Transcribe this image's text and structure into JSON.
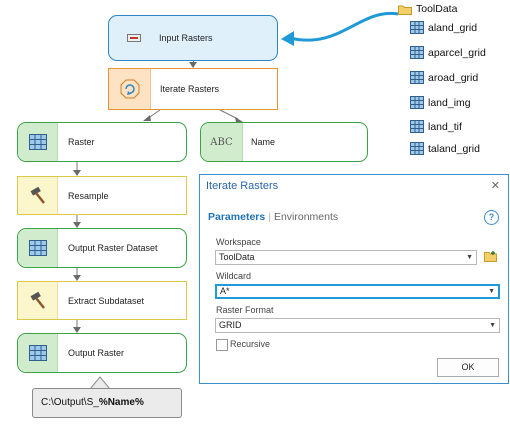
{
  "model": {
    "input_rasters": "Input Rasters",
    "iterate_rasters": "Iterate Rasters",
    "raster": "Raster",
    "name_var": "Name",
    "name_icon_text": "ABC",
    "resample": "Resample",
    "output_raster_dataset": "Output Raster Dataset",
    "extract_subdataset": "Extract Subdataset",
    "output_raster": "Output Raster",
    "output_path_prefix": "C:\\Output\\S_",
    "output_path_var": "%Name%"
  },
  "catalog": {
    "folder": "ToolData",
    "items": [
      {
        "label": "aland_grid",
        "icon": "raster-grid-icon"
      },
      {
        "label": "aparcel_grid",
        "icon": "raster-grid-icon"
      },
      {
        "label": "aroad_grid",
        "icon": "raster-grid-icon"
      },
      {
        "label": "land_img",
        "icon": "raster-grid-icon"
      },
      {
        "label": "land_tif",
        "icon": "raster-grid-icon"
      },
      {
        "label": "taland_grid",
        "icon": "raster-grid-icon"
      }
    ]
  },
  "dialog": {
    "title": "Iterate Rasters",
    "close": "✕",
    "tab_parameters": "Parameters",
    "tab_separator": "|",
    "tab_environments": "Environments",
    "help": "?",
    "workspace_label": "Workspace",
    "workspace_value": "ToolData",
    "wildcard_label": "Wildcard",
    "wildcard_value": "A*",
    "raster_format_label": "Raster Format",
    "raster_format_value": "GRID",
    "recursive_label": "Recursive",
    "recursive_checked": false,
    "ok": "OK"
  },
  "colors": {
    "data_border": "#3aa346",
    "tool_border": "#dec84a",
    "iterator_border": "#e79434",
    "input_border": "#2e86c4",
    "accent_arrow": "#1f9ad6"
  }
}
